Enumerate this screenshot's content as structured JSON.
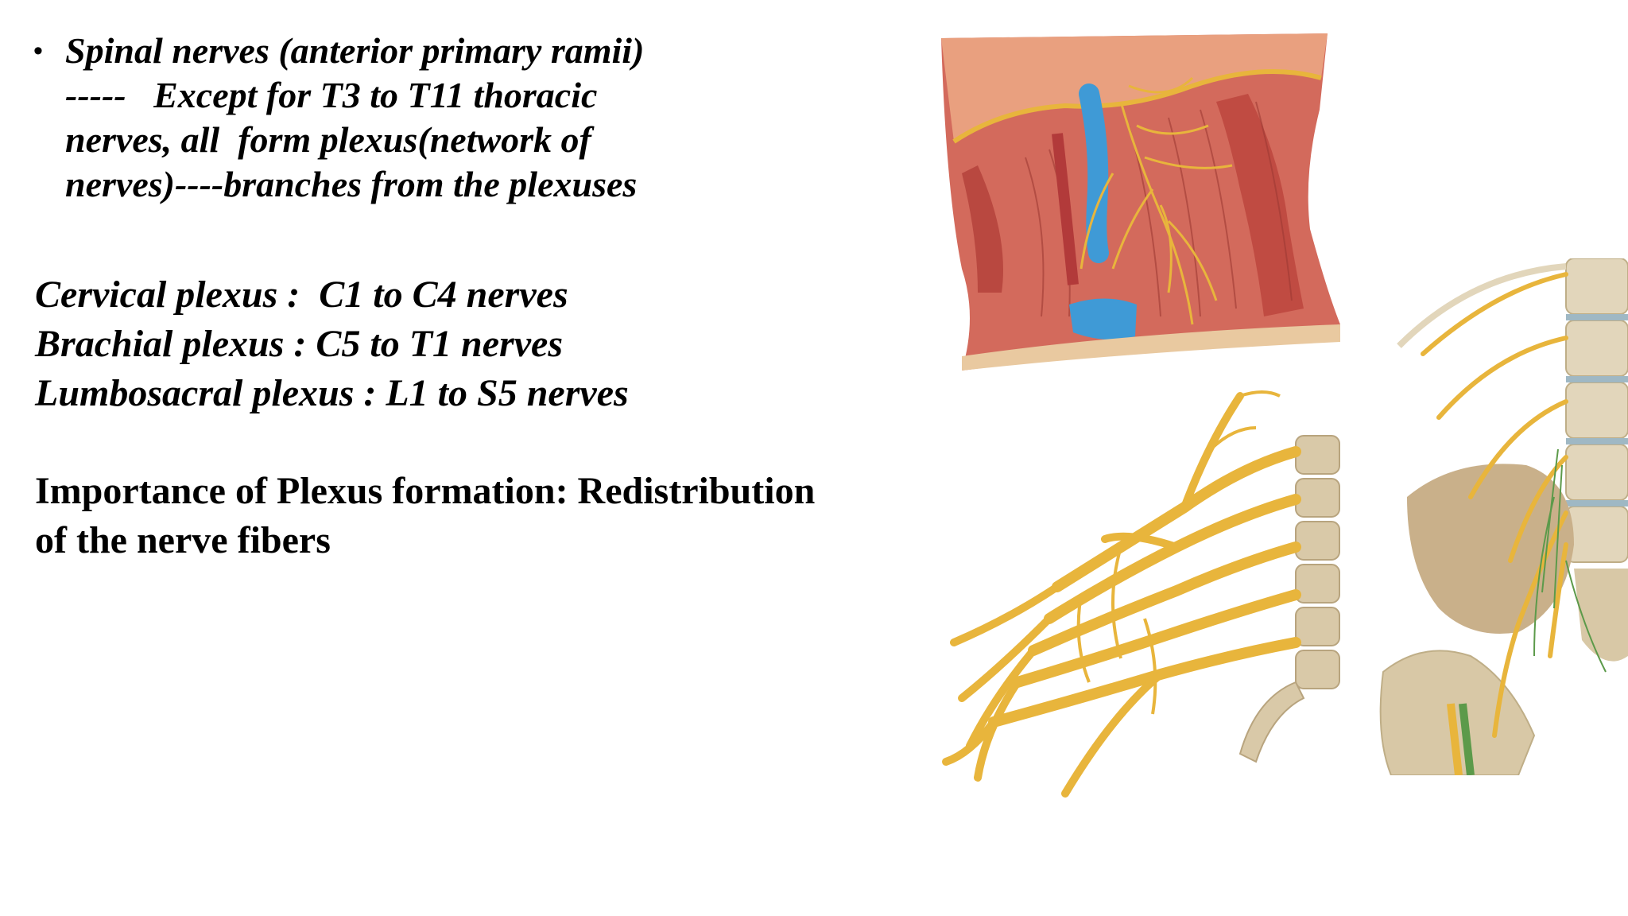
{
  "bullet": {
    "lines": [
      "Spinal nerves (anterior primary ramii)",
      "-----   Except for T3 to T11 thoracic",
      "nerves, all  form plexus(network of",
      "nerves)----branches from the plexuses"
    ]
  },
  "plexuses": [
    "Cervical plexus :  C1 to C4 nerves",
    "Brachial plexus : C5 to T1 nerves",
    "Lumbosacral plexus : L1 to S5 nerves"
  ],
  "importance": {
    "lines": [
      "Importance of Plexus formation: Redistribution",
      "of the nerve fibers"
    ]
  },
  "colors": {
    "background": "#ffffff",
    "text": "#000000",
    "muscle": "#c8594f",
    "vein": "#3f9ad6",
    "nerve": "#e8b53c",
    "bone": "#d9c9a8"
  },
  "figures": {
    "neck": "cervical-plexus-neck-dissection-illustration",
    "brachial": "brachial-plexus-illustration",
    "lumbosacral": "lumbosacral-plexus-illustration"
  }
}
